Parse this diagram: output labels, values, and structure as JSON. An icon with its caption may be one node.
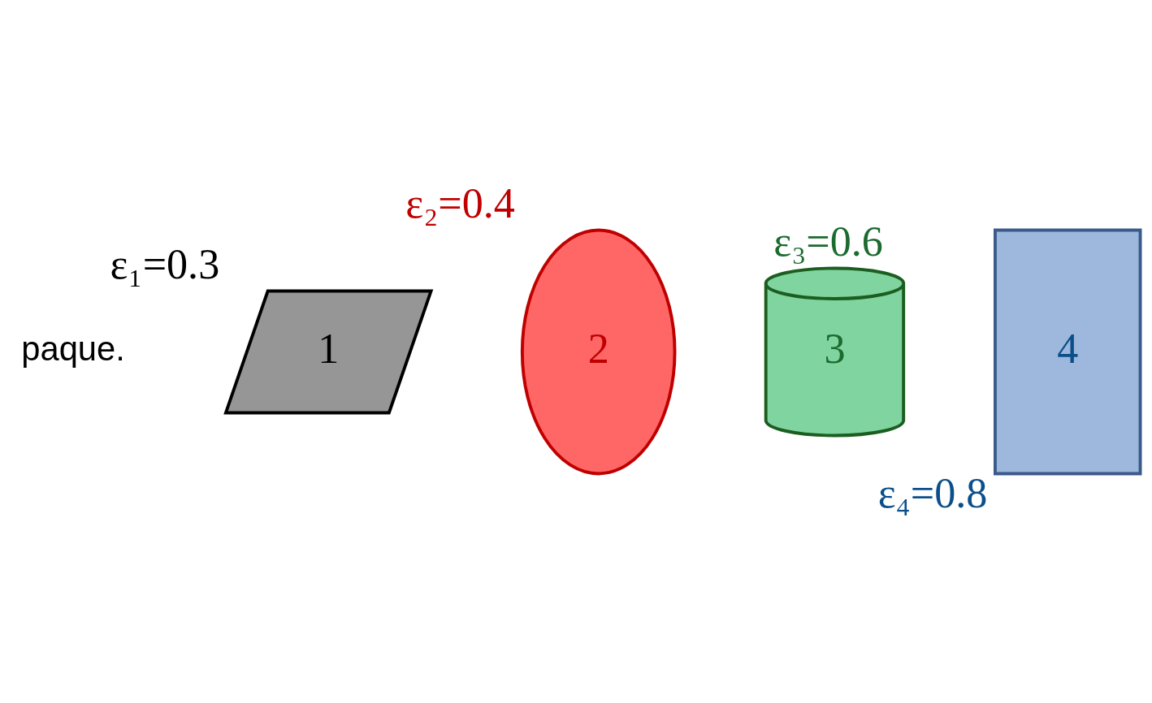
{
  "diagram": {
    "nodes": [
      {
        "text": [
          "1"
        ],
        "beside": [
          "ε₁=0.3"
        ]
      },
      {
        "text": [
          "2"
        ],
        "beside": [
          "ε₂=0.4"
        ]
      },
      {
        "text": [
          "3"
        ],
        "beside": [
          "ε₃=0.6"
        ]
      },
      {
        "text": [
          "4"
        ],
        "beside": [
          "ε₄=0.8"
        ]
      }
    ],
    "labels": [
      "paque."
    ]
  }
}
